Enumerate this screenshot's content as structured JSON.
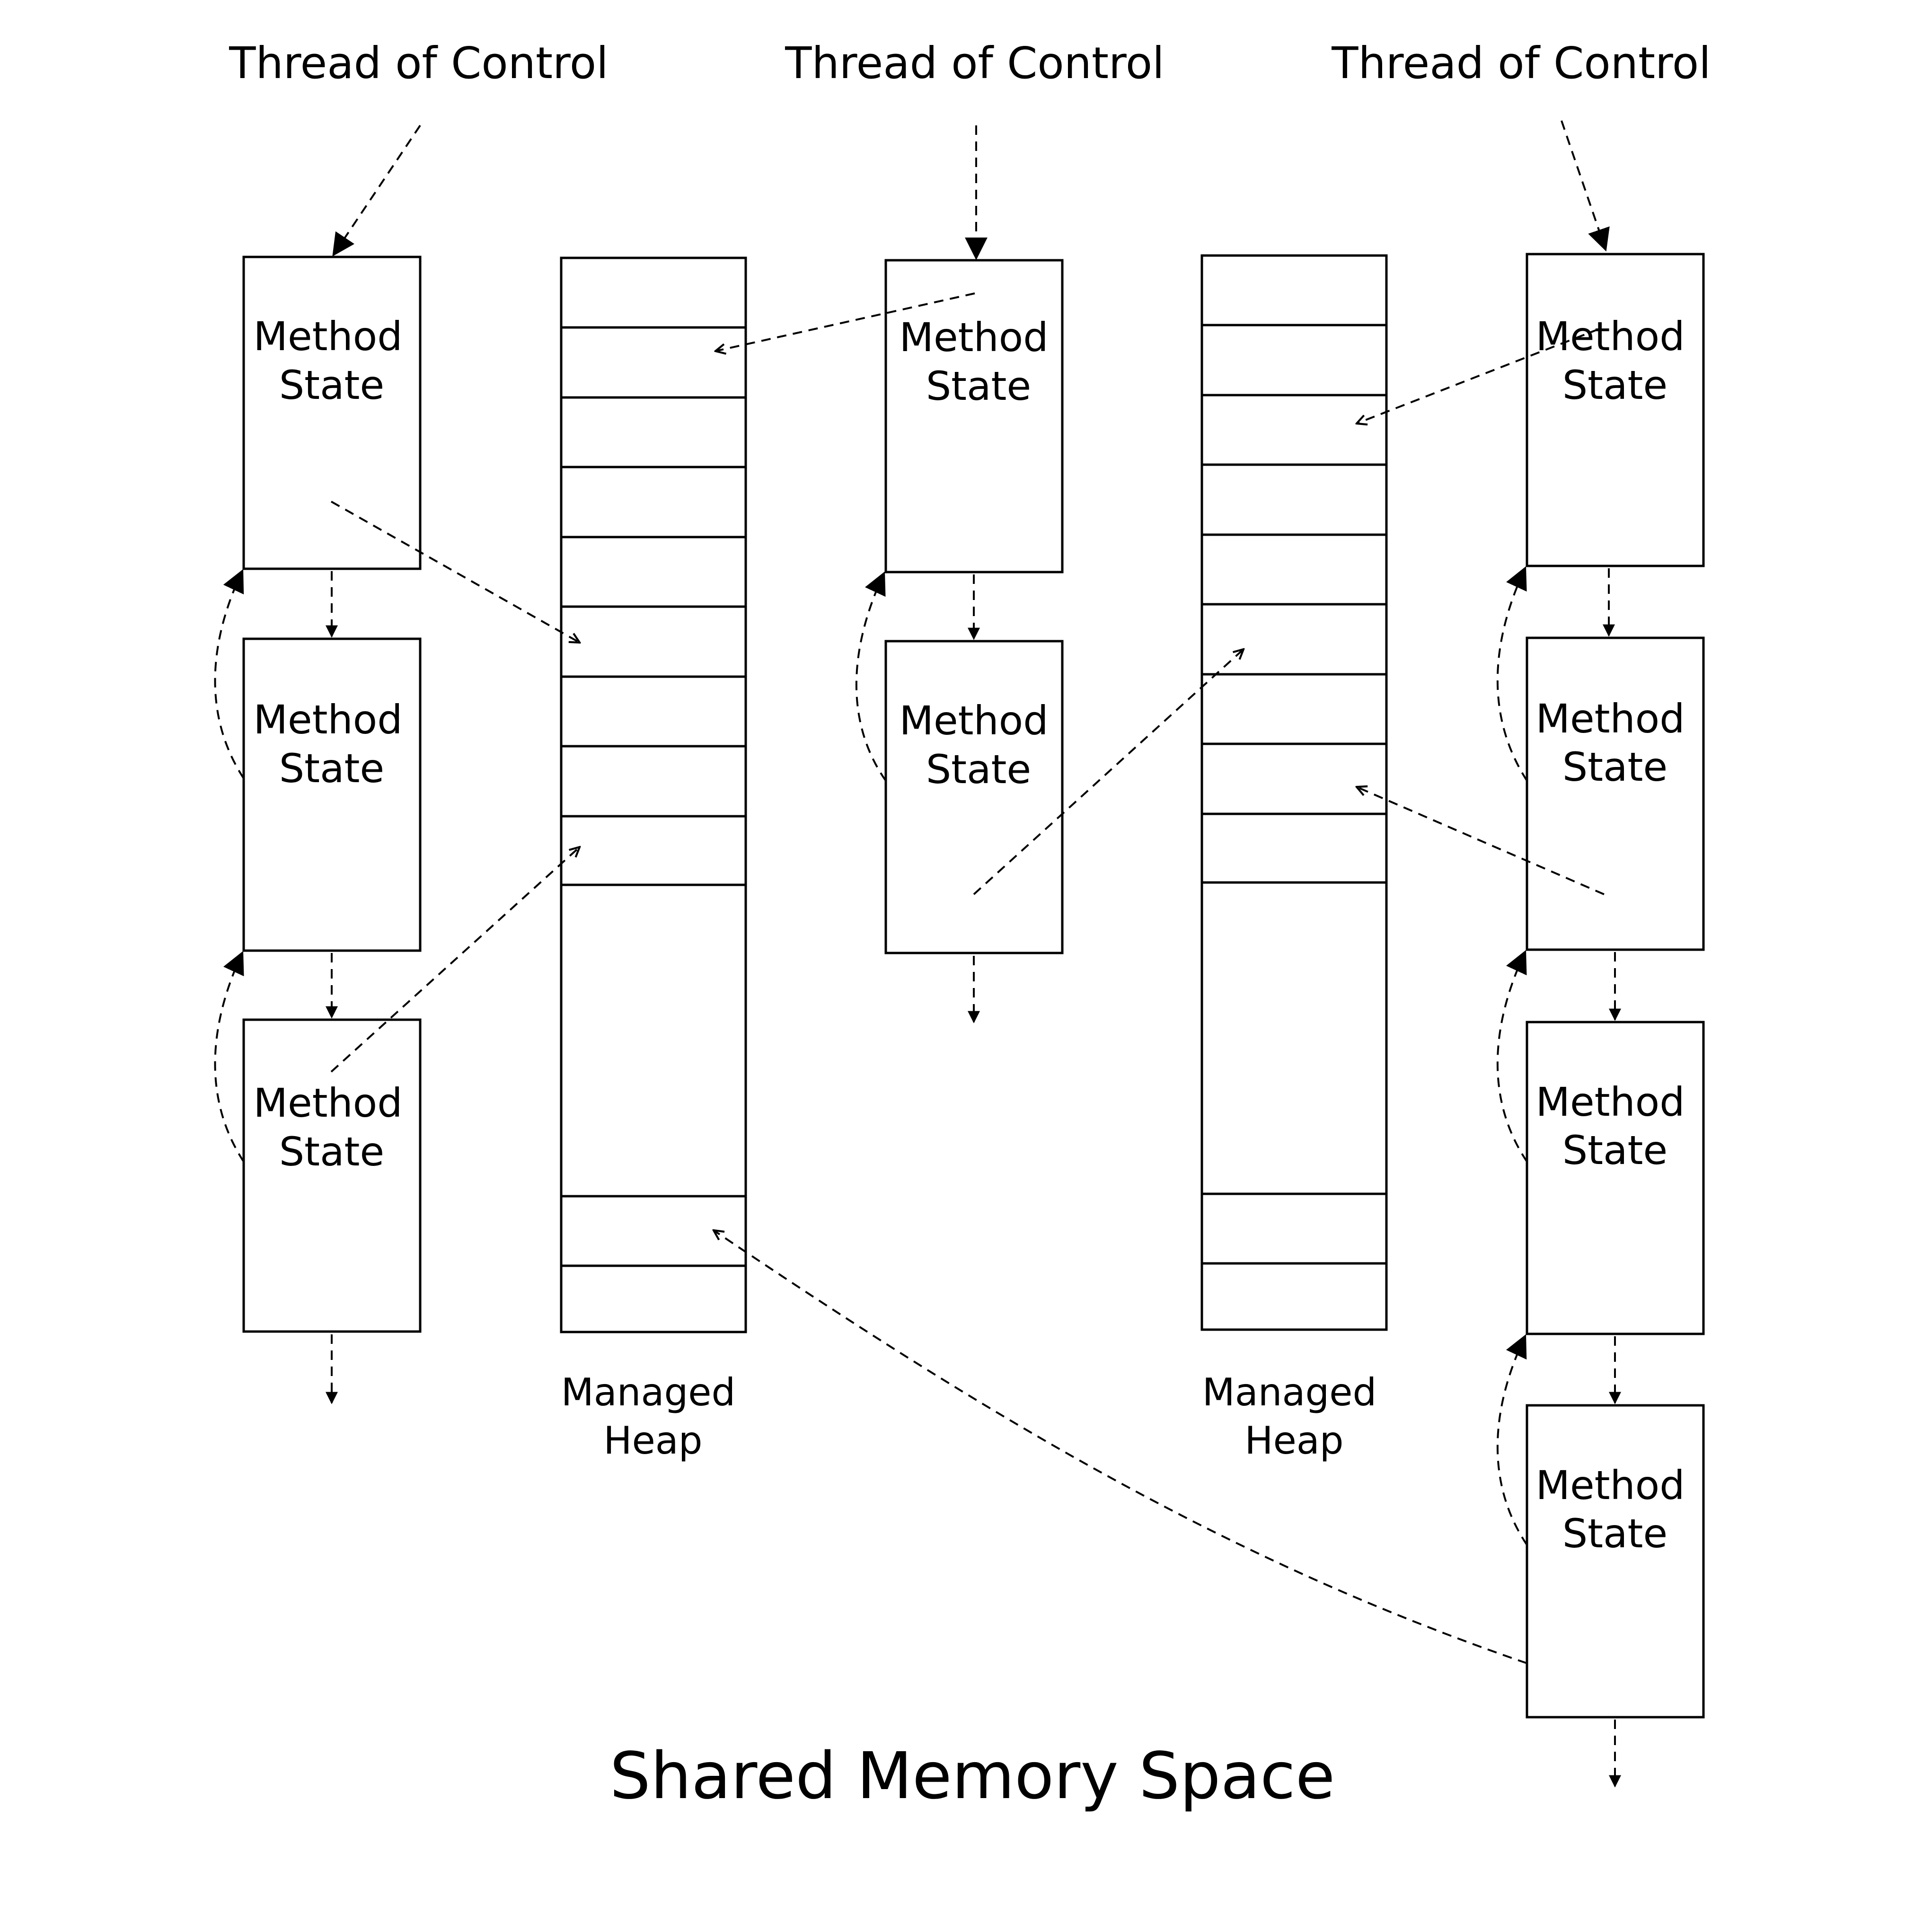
{
  "title": "Shared Memory Space",
  "thread_label": "Thread of Control",
  "method_state_line1": "Method",
  "method_state_line2": "State",
  "heap_label_line1": "Managed",
  "heap_label_line2": "Heap",
  "threads": [
    {
      "frames": 3
    },
    {
      "frames": 2
    },
    {
      "frames": 4
    }
  ],
  "heaps": [
    {
      "slots": 11
    },
    {
      "slots": 11
    }
  ],
  "colors": {
    "ink": "#000000",
    "background": "#ffffff"
  }
}
